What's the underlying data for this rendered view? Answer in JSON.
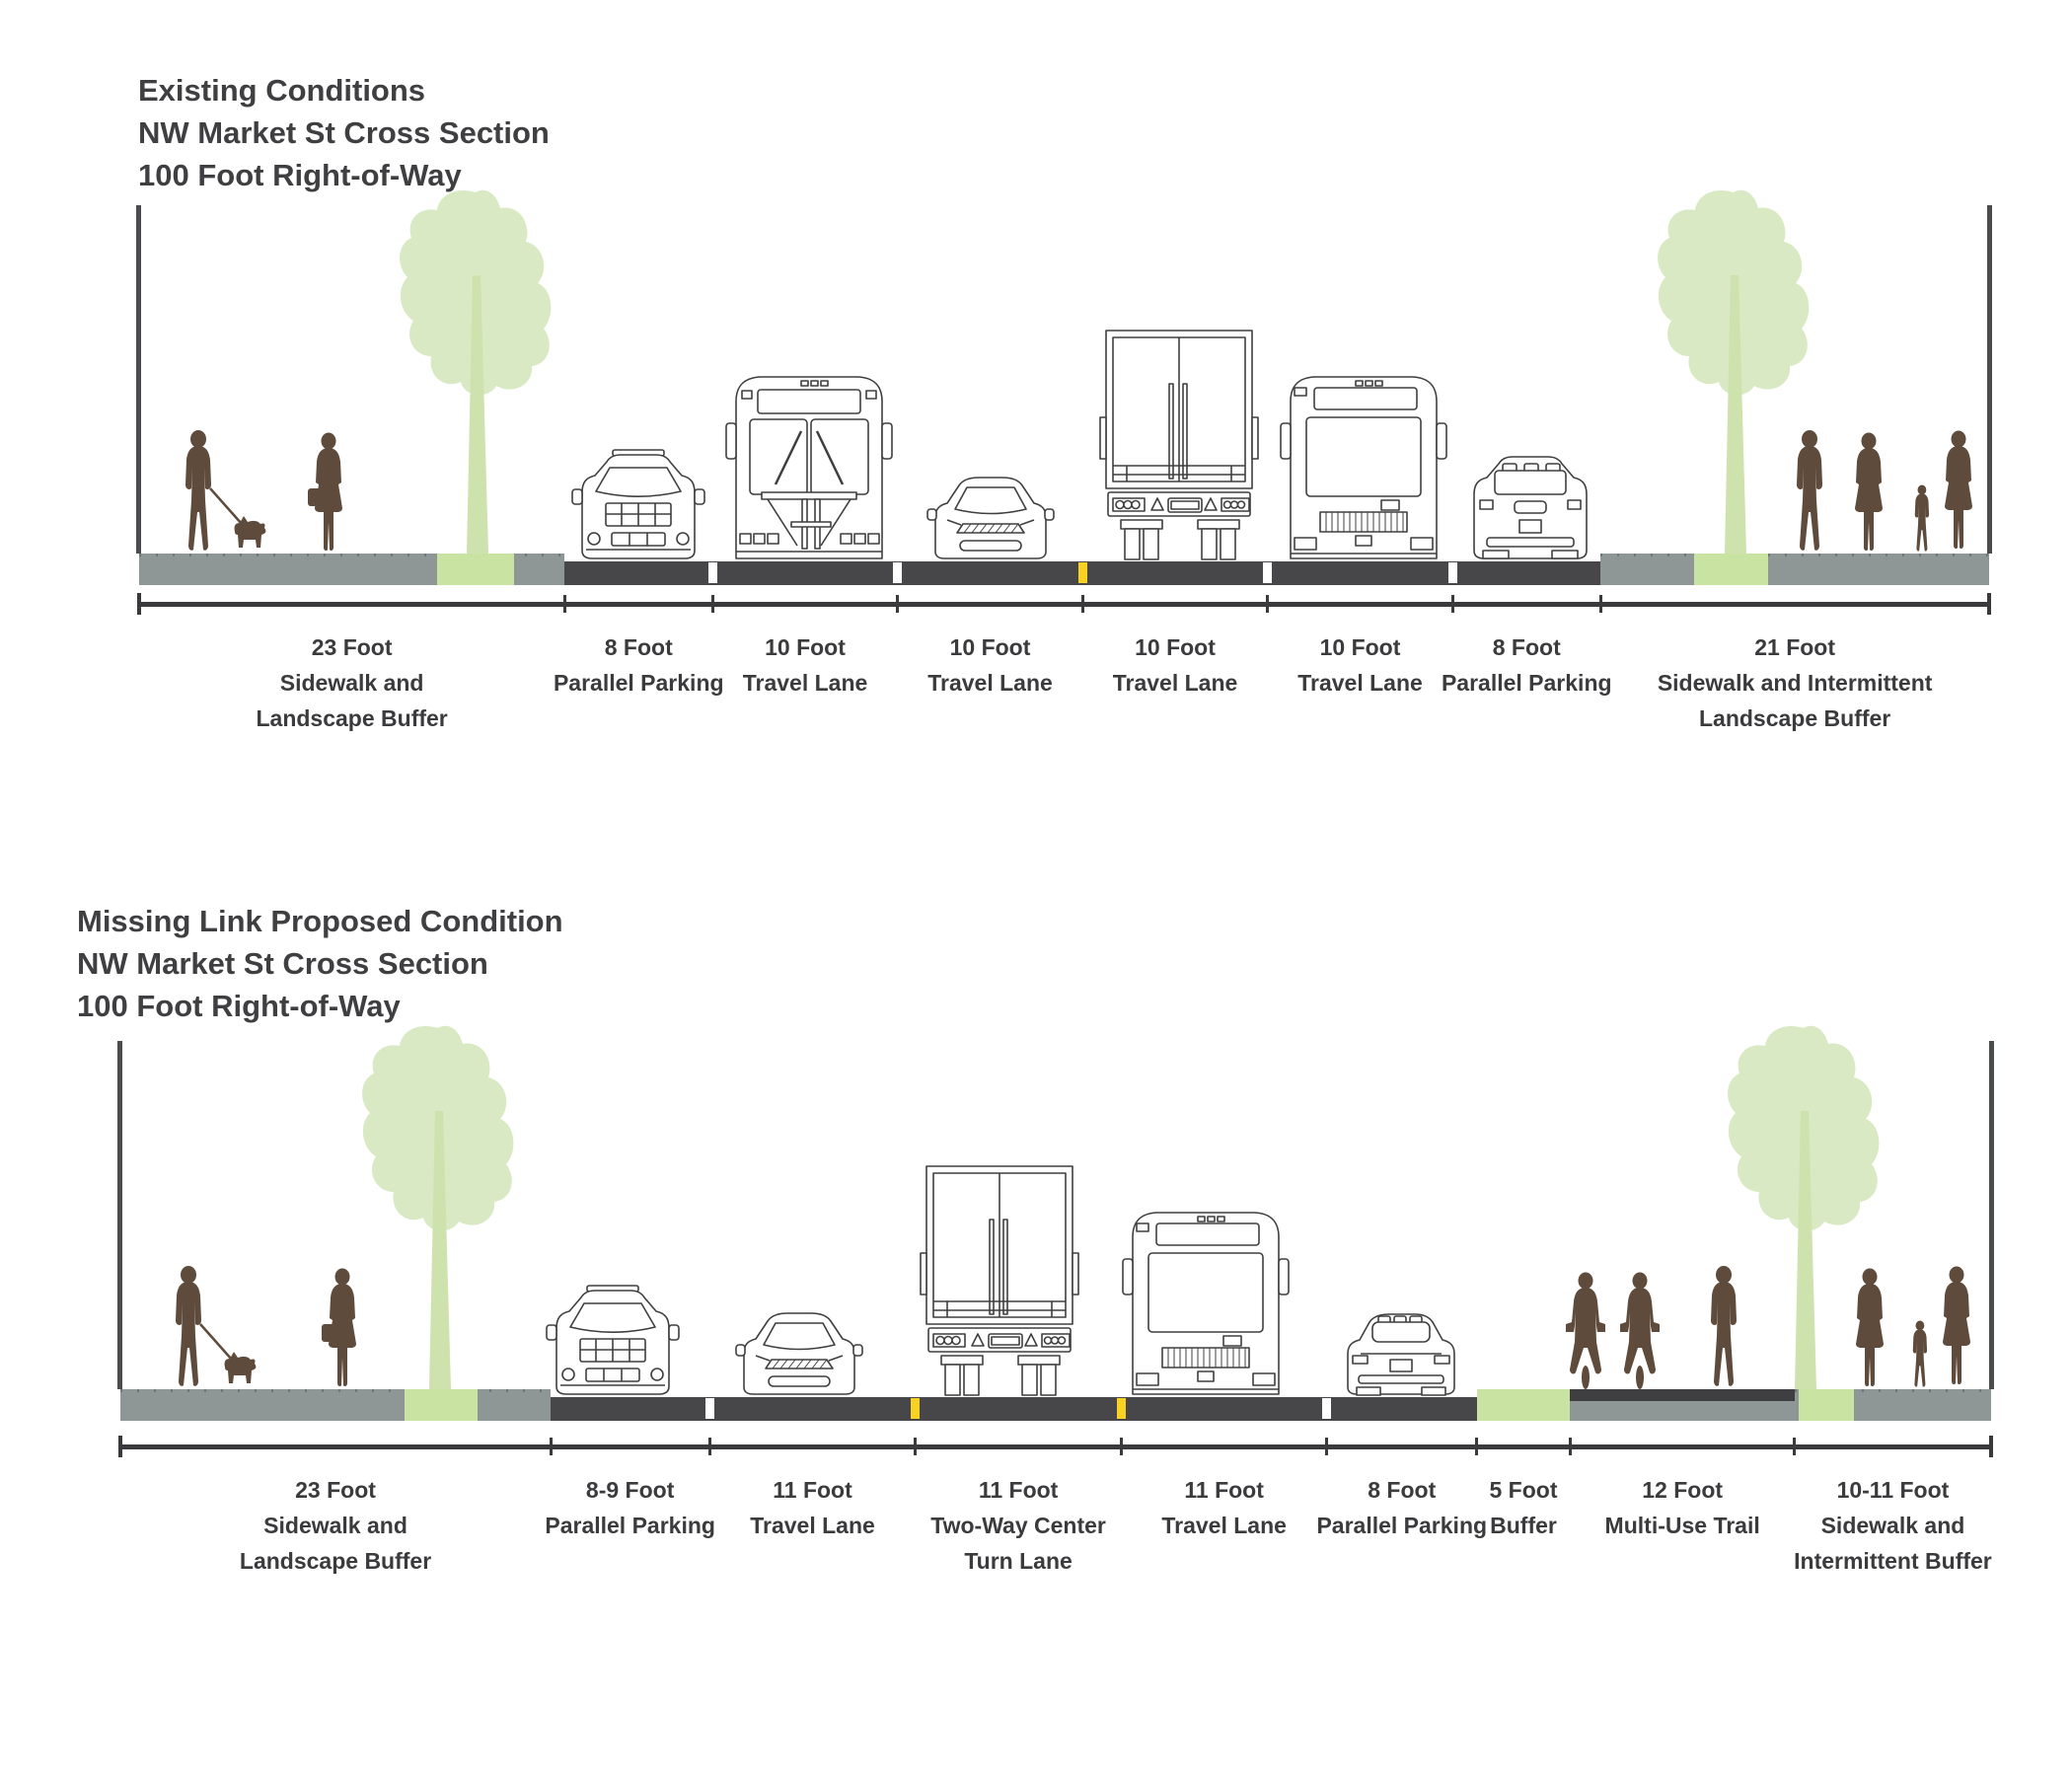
{
  "colors": {
    "road": "#47474a",
    "sidewalk": "#8e9696",
    "planting_green": "#c9e3a2",
    "tree_canopy": "#d8e9c3",
    "tree_trunk": "#cde2ac",
    "person_brown": "#5e4b3b",
    "marking_white": "#ffffff",
    "marking_yellow": "#f9d123",
    "scale_bar": "#3a3a3c",
    "boundary_line": "#4b4c4e",
    "vehicle_outline": "#3f3f3f",
    "label_text": "#3b3b3d",
    "title_text": "#3f3f41"
  },
  "sections": [
    {
      "id": "existing",
      "title_lines": [
        "Existing Conditions",
        "NW Market St Cross Section",
        "100 Foot Right-of-Way"
      ],
      "total_feet": 100,
      "segments": [
        {
          "feet": 23,
          "surface": "sidewalk",
          "label_lines": [
            "23 Foot",
            "Sidewalk and",
            "Landscape Buffer"
          ],
          "green_strip": {
            "from": 0.7,
            "to": 0.88
          }
        },
        {
          "feet": 8,
          "surface": "road",
          "label_lines": [
            "8 Foot",
            "Parallel Parking"
          ]
        },
        {
          "feet": 10,
          "surface": "road",
          "label_lines": [
            "10 Foot",
            "Travel Lane"
          ]
        },
        {
          "feet": 10,
          "surface": "road",
          "label_lines": [
            "10 Foot",
            "Travel Lane"
          ]
        },
        {
          "feet": 10,
          "surface": "road",
          "label_lines": [
            "10 Foot",
            "Travel Lane"
          ]
        },
        {
          "feet": 10,
          "surface": "road",
          "label_lines": [
            "10 Foot",
            "Travel Lane"
          ]
        },
        {
          "feet": 8,
          "surface": "road",
          "label_lines": [
            "8 Foot",
            "Parallel Parking"
          ]
        },
        {
          "feet": 21,
          "surface": "sidewalk",
          "label_lines": [
            "21 Foot",
            "Sidewalk and Intermittent",
            "Landscape Buffer"
          ],
          "green_strip": {
            "from": 0.24,
            "to": 0.43
          }
        }
      ],
      "lane_markings": [
        {
          "boundary": 2,
          "color": "white"
        },
        {
          "boundary": 3,
          "color": "white"
        },
        {
          "boundary": 4,
          "color": "yellow"
        },
        {
          "boundary": 5,
          "color": "white"
        },
        {
          "boundary": 6,
          "color": "white"
        }
      ],
      "sprites": [
        {
          "type": "pedestrian-with-dog",
          "at_ft": 4.6,
          "on": "walk"
        },
        {
          "type": "pedestrian-with-bag",
          "at_ft": 10.2,
          "on": "walk"
        },
        {
          "type": "tree",
          "at_ft": 18.2,
          "on": "walk"
        },
        {
          "type": "suv-front",
          "at_ft": 27.0,
          "on": "road"
        },
        {
          "type": "bus-front-bikerack",
          "at_ft": 36.2,
          "on": "road"
        },
        {
          "type": "sedan-front",
          "at_ft": 46.0,
          "on": "road"
        },
        {
          "type": "box-truck-rear",
          "at_ft": 56.2,
          "on": "road"
        },
        {
          "type": "bus-front",
          "at_ft": 66.2,
          "on": "road"
        },
        {
          "type": "suv-rear",
          "at_ft": 75.2,
          "on": "road"
        },
        {
          "type": "tree",
          "at_ft": 86.2,
          "on": "walk"
        },
        {
          "type": "pedestrian",
          "at_ft": 90.3,
          "on": "walk"
        },
        {
          "type": "pedestrian-2",
          "at_ft": 93.5,
          "on": "walk"
        },
        {
          "type": "adult-and-child",
          "at_ft": 97.6,
          "on": "walk"
        }
      ]
    },
    {
      "id": "proposed",
      "title_lines": [
        "Missing Link Proposed Condition",
        "NW Market St Cross Section",
        "100 Foot Right-of-Way"
      ],
      "total_feet": 100,
      "segments": [
        {
          "feet": 23,
          "surface": "sidewalk",
          "label_lines": [
            "23 Foot",
            "Sidewalk and",
            "Landscape Buffer"
          ],
          "green_strip": {
            "from": 0.66,
            "to": 0.83
          }
        },
        {
          "feet": 8.5,
          "surface": "road",
          "label_lines": [
            "8-9 Foot",
            "Parallel Parking"
          ]
        },
        {
          "feet": 11,
          "surface": "road",
          "label_lines": [
            "11 Foot",
            "Travel Lane"
          ]
        },
        {
          "feet": 11,
          "surface": "road",
          "label_lines": [
            "11 Foot",
            "Two-Way Center",
            "Turn Lane"
          ]
        },
        {
          "feet": 11,
          "surface": "road",
          "label_lines": [
            "11 Foot",
            "Travel Lane"
          ]
        },
        {
          "feet": 8,
          "surface": "road",
          "label_lines": [
            "8 Foot",
            "Parallel Parking"
          ]
        },
        {
          "feet": 5,
          "surface": "buffer",
          "label_lines": [
            "5 Foot",
            "Buffer"
          ]
        },
        {
          "feet": 12,
          "surface": "trail",
          "label_lines": [
            "12 Foot",
            "Multi-Use Trail"
          ]
        },
        {
          "feet": 10.5,
          "surface": "sidewalk",
          "label_lines": [
            "10-11 Foot",
            "Sidewalk and",
            "Intermittent Buffer"
          ],
          "green_strip": {
            "from": 0.02,
            "to": 0.3
          }
        }
      ],
      "lane_markings": [
        {
          "boundary": 2,
          "color": "white"
        },
        {
          "boundary": 3,
          "color": "yellow"
        },
        {
          "boundary": 4,
          "color": "yellow"
        },
        {
          "boundary": 5,
          "color": "white"
        }
      ],
      "sprites": [
        {
          "type": "pedestrian-with-dog",
          "at_ft": 5.0,
          "on": "walk"
        },
        {
          "type": "pedestrian-with-bag",
          "at_ft": 11.8,
          "on": "walk"
        },
        {
          "type": "tree",
          "at_ft": 17.0,
          "on": "walk"
        },
        {
          "type": "suv-front",
          "at_ft": 26.3,
          "on": "road"
        },
        {
          "type": "sedan-front",
          "at_ft": 36.3,
          "on": "road"
        },
        {
          "type": "box-truck-rear",
          "at_ft": 47.0,
          "on": "road"
        },
        {
          "type": "bus-front",
          "at_ft": 58.0,
          "on": "road"
        },
        {
          "type": "sedan-rear",
          "at_ft": 68.5,
          "on": "road"
        },
        {
          "type": "cyclist",
          "at_ft": 78.3,
          "on": "walk"
        },
        {
          "type": "cyclist",
          "at_ft": 81.2,
          "on": "walk"
        },
        {
          "type": "pedestrian",
          "at_ft": 85.7,
          "on": "walk"
        },
        {
          "type": "tree",
          "at_ft": 90.0,
          "on": "walk"
        },
        {
          "type": "pedestrian-2",
          "at_ft": 93.5,
          "on": "walk"
        },
        {
          "type": "adult-and-child",
          "at_ft": 97.4,
          "on": "walk"
        }
      ]
    }
  ]
}
